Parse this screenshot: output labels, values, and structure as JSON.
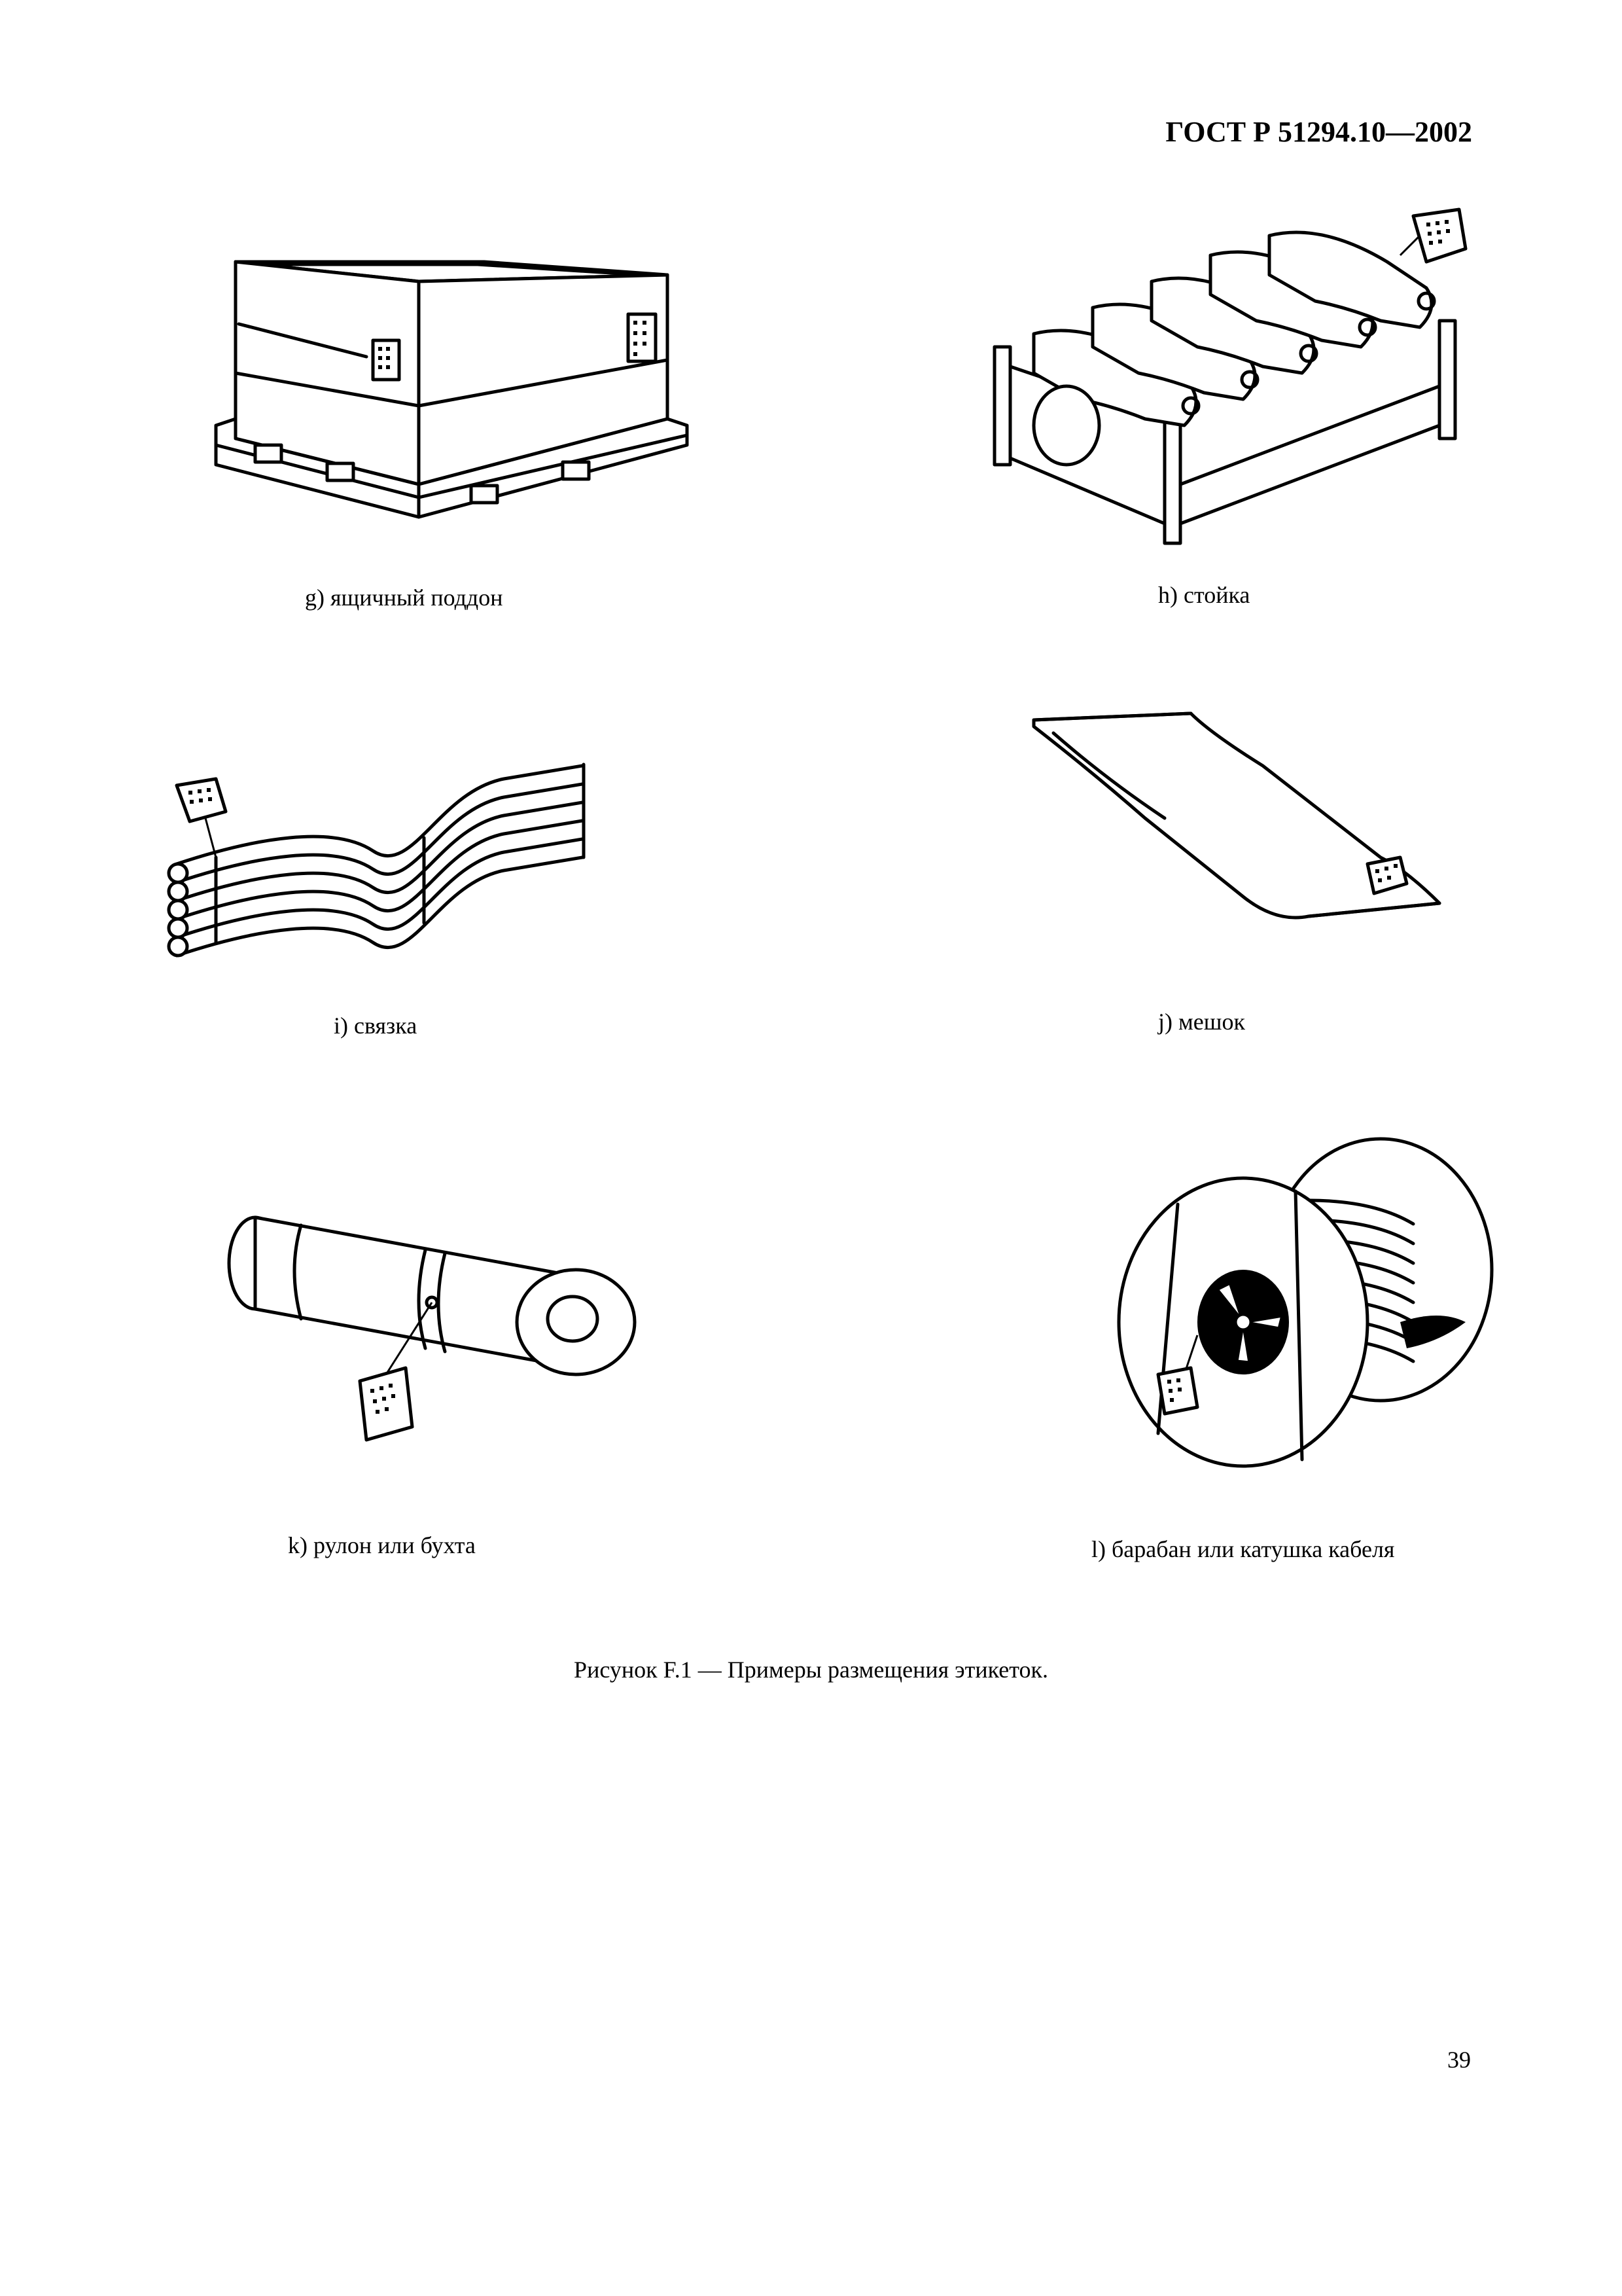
{
  "header": {
    "standard": "ГОСТ Р 51294.10—2002"
  },
  "figures": [
    {
      "id": "g",
      "caption": "g) ящичный поддон"
    },
    {
      "id": "h",
      "caption": "h) стойка"
    },
    {
      "id": "i",
      "caption": "i) связка"
    },
    {
      "id": "j",
      "caption": "j) мешок"
    },
    {
      "id": "k",
      "caption": "k) рулон или бухта"
    },
    {
      "id": "l",
      "caption": "l) барабан или катушка кабеля"
    }
  ],
  "figure_caption": "Рисунок F.1 — Примеры размещения этикеток.",
  "page_number": "39"
}
